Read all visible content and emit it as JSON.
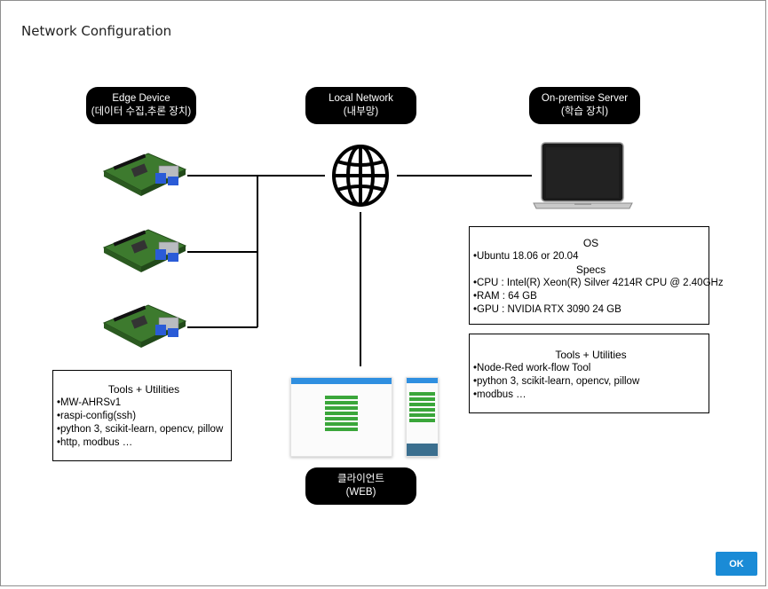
{
  "dialog": {
    "title": "Network Configuration",
    "ok_label": "OK"
  },
  "nodes": {
    "edge": {
      "line1": "Edge Device",
      "line2": "(데이터 수집,추론 장치)"
    },
    "network": {
      "line1": "Local Network",
      "line2": "(내부망)"
    },
    "server": {
      "line1": "On-premise Server",
      "line2": "(학습 장치)"
    },
    "client": {
      "line1": "클라이언트",
      "line2": "(WEB)"
    }
  },
  "edge_tools": {
    "heading": "Tools + Utilities",
    "items": [
      "•MW-AHRSv1",
      "•raspi-config(ssh)",
      "•python 3, scikit-learn, opencv, pillow",
      "•http, modbus …"
    ]
  },
  "server_specs": {
    "os_heading": "OS",
    "os_items": [
      "•Ubuntu 18.06 or 20.04"
    ],
    "specs_heading": "Specs",
    "spec_items": [
      "•CPU : Intel(R) Xeon(R) Silver 4214R CPU @ 2.40GHz",
      "•RAM : 64 GB",
      "•GPU : NVIDIA RTX 3090 24 GB"
    ]
  },
  "server_tools": {
    "heading": "Tools + Utilities",
    "items": [
      "•Node-Red work-flow Tool",
      "•python 3, scikit-learn, opencv, pillow",
      "•modbus …"
    ]
  },
  "colors": {
    "accent": "#1a8bd6",
    "board": "#3d7a2e",
    "app_green": "#3aa63a"
  },
  "icons": [
    "globe-icon",
    "laptop-icon",
    "raspberry-pi-board-icon"
  ]
}
